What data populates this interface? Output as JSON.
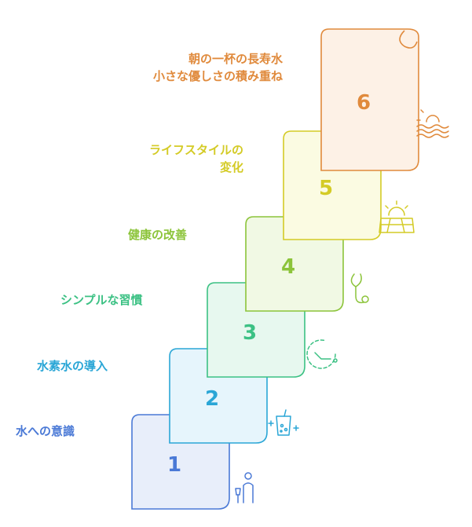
{
  "steps": [
    {
      "number": "1",
      "label_lines": [
        "水への意識"
      ],
      "color": "#4a79d6",
      "fill": "#e8eefa",
      "icon": "person-with-glass-icon"
    },
    {
      "number": "2",
      "label_lines": [
        "水素水の導入"
      ],
      "color": "#2aa6d6",
      "fill": "#e6f5fc",
      "icon": "sparkling-glass-icon"
    },
    {
      "number": "3",
      "label_lines": [
        "シンプルな習慣"
      ],
      "color": "#3cc184",
      "fill": "#e7f8ef",
      "icon": "clock-routine-icon"
    },
    {
      "number": "4",
      "label_lines": [
        "健康の改善"
      ],
      "color": "#8cc43a",
      "fill": "#f1f9e4",
      "icon": "stethoscope-icon"
    },
    {
      "number": "5",
      "label_lines": [
        "ライフスタイルの",
        "変化"
      ],
      "color": "#d4cb26",
      "fill": "#fbfbe2",
      "icon": "sunrise-field-icon"
    },
    {
      "number": "6",
      "label_lines": [
        "朝の一杯の長寿水",
        "小さな優しさの積み重ね"
      ],
      "color": "#e08a3c",
      "fill": "#fdf1e6",
      "icon": "sun-over-water-icon"
    }
  ]
}
